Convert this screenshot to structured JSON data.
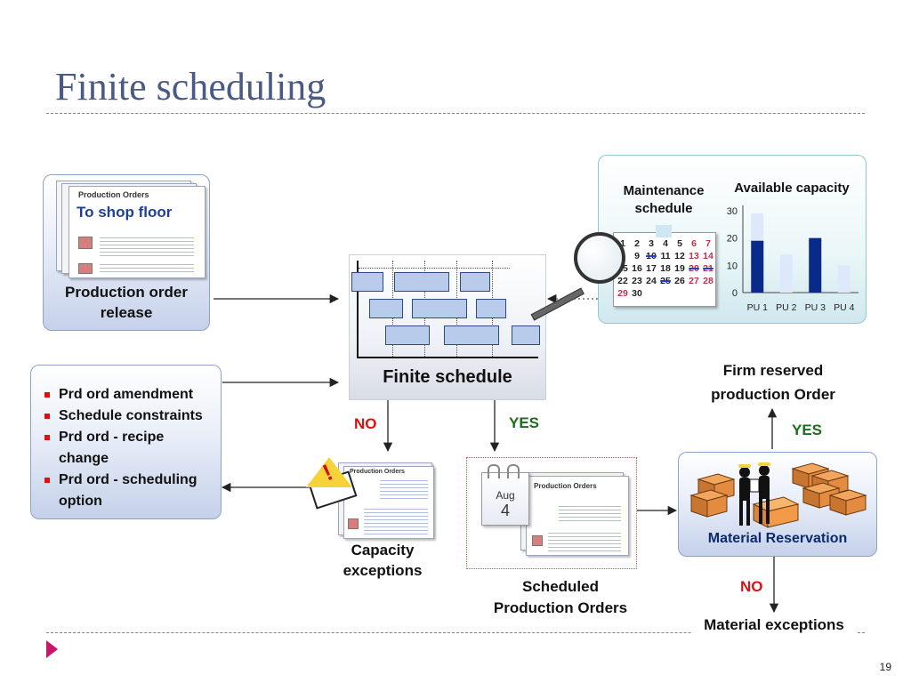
{
  "slide": {
    "title": "Finite scheduling",
    "page_number": "19"
  },
  "colors": {
    "title": "#4a5a85",
    "divider": "#e0558a",
    "box_border": "#8ea3c4",
    "no_label": "#e01010",
    "yes_label": "#1b6e1b",
    "blue_text": "#1f3f9a",
    "bar_dark": "#0a2a8a",
    "bar_light": "#dde9fb"
  },
  "production_release": {
    "doc_title": "Production Orders",
    "stamp": "To shop floor",
    "label": "Production order release"
  },
  "bullets": {
    "items": [
      "Prd ord amendment",
      "Schedule constraints",
      "Prd ord - recipe change",
      "Prd ord - scheduling option"
    ]
  },
  "finite_schedule": {
    "label": "Finite schedule"
  },
  "capacity_panel": {
    "maintenance_label": "Maintenance schedule",
    "calendar_days": [
      "1",
      "2",
      "3",
      "4",
      "5",
      "6",
      "7",
      "8",
      "9",
      "10",
      "11",
      "12",
      "13",
      "14",
      "15",
      "16",
      "17",
      "18",
      "19",
      "20",
      "21",
      "22",
      "23",
      "24",
      "25",
      "26",
      "27",
      "28",
      "29",
      "30"
    ]
  },
  "chart_data": {
    "type": "bar",
    "title": "Available capacity",
    "categories": [
      "PU 1",
      "PU 2",
      "PU 3",
      "PU 4"
    ],
    "series": [
      {
        "values": [
          29,
          14,
          20,
          10
        ]
      },
      {
        "values": [
          19,
          0,
          20,
          0
        ]
      }
    ],
    "yticks": [
      "0",
      "10",
      "20",
      "30"
    ],
    "ylim": [
      0,
      30
    ],
    "grid": false
  },
  "flow": {
    "no_left": "NO",
    "yes_middle": "YES",
    "yes_right": "YES",
    "no_bottom": "NO",
    "firm_reserved": "Firm reserved production Order",
    "capacity_exceptions": "Capacity exceptions",
    "scheduled_orders": "Scheduled Production Orders",
    "material_reservation": "Material Reservation",
    "material_exceptions": "Material exceptions",
    "doc_title": "Production Orders",
    "cal_month": "Aug",
    "cal_day": "4"
  }
}
